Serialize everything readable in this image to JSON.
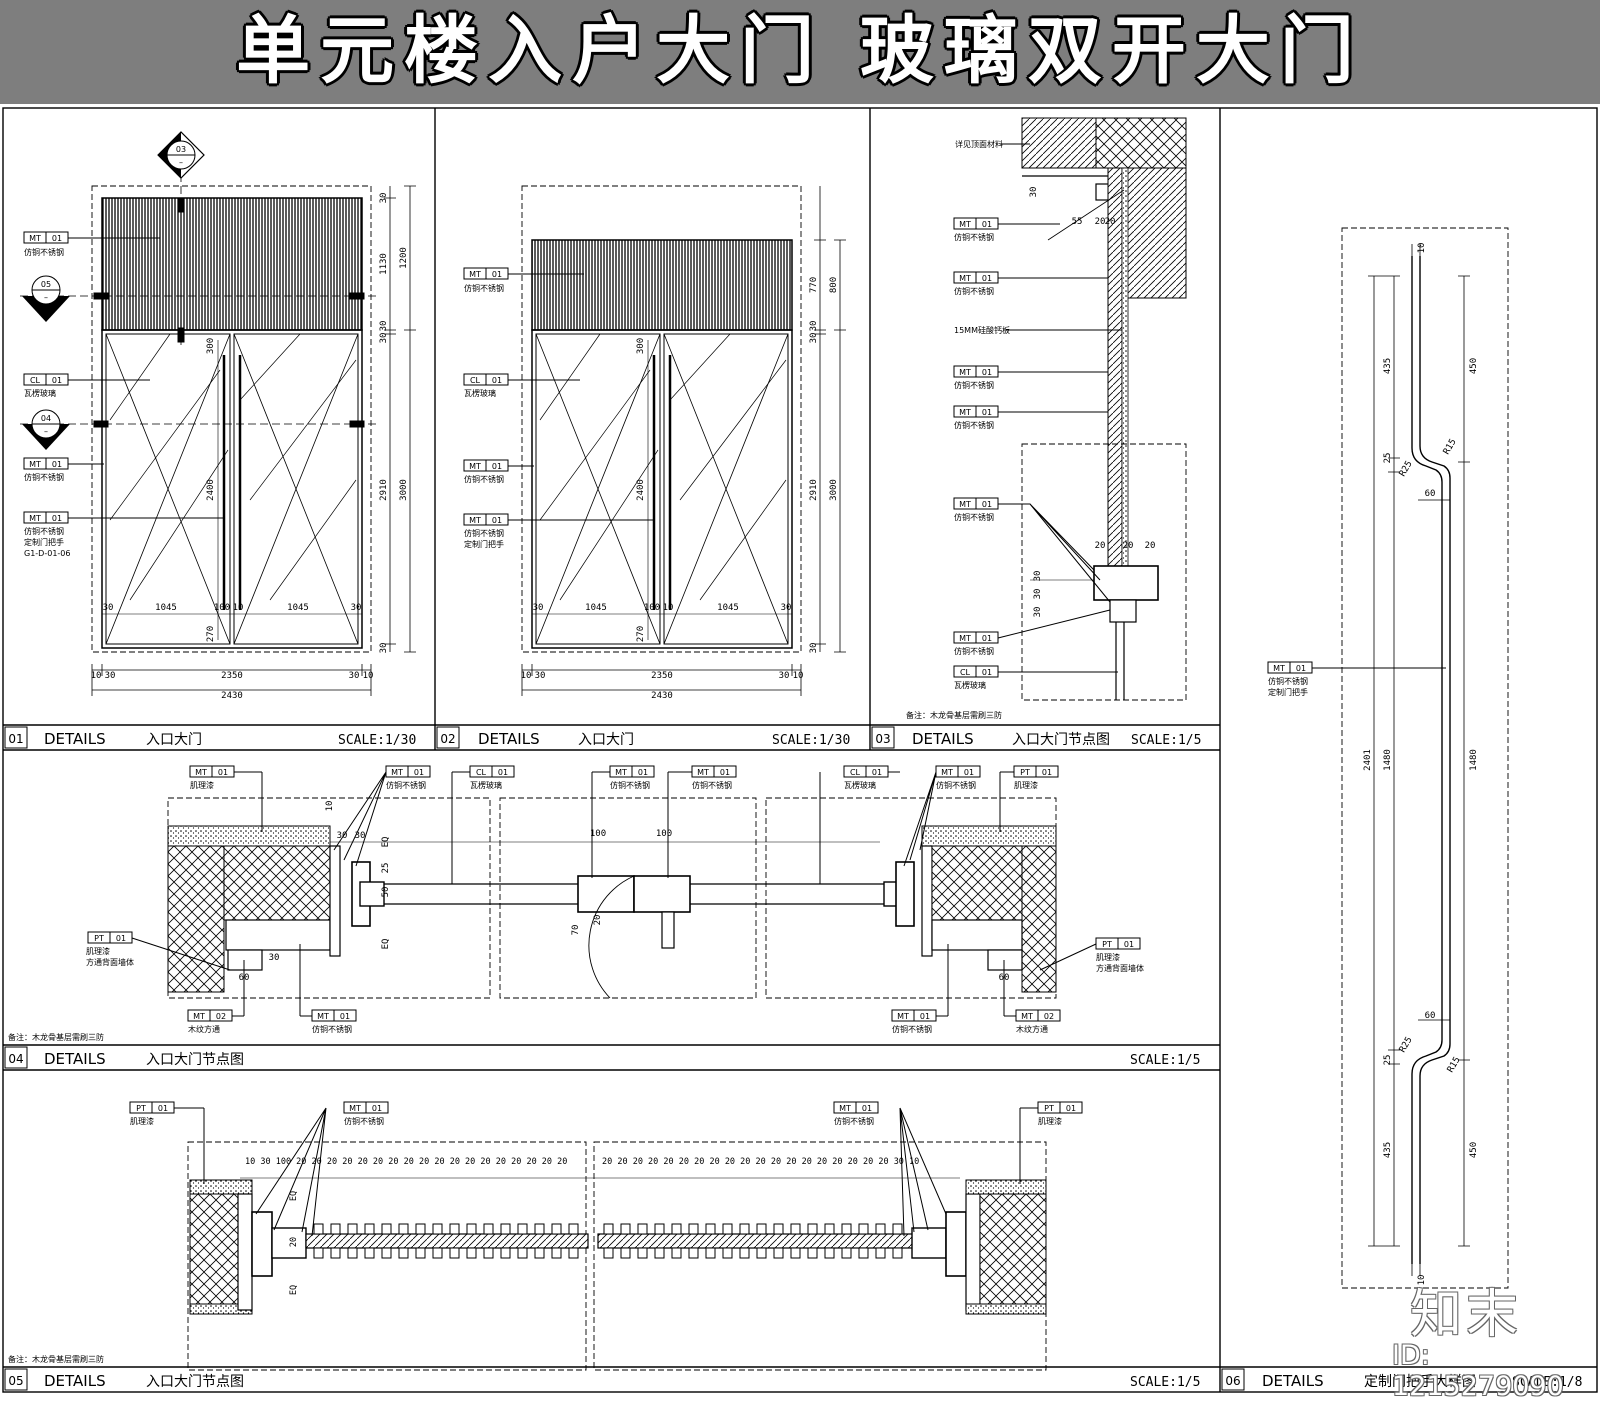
{
  "title": "单元楼入户大门 玻璃双开大门",
  "watermark": {
    "logo": "知末",
    "id": "ID: 1215279090"
  },
  "panels": {
    "p01": {
      "num": "01",
      "details": "DETAILS",
      "name": "入口大门",
      "scale": "SCALE:1/30"
    },
    "p02": {
      "num": "02",
      "details": "DETAILS",
      "name": "入口大门",
      "scale": "SCALE:1/30"
    },
    "p03": {
      "num": "03",
      "details": "DETAILS",
      "name": "入口大门节点图",
      "scale": "SCALE:1/5",
      "note": "备注：木龙骨基层需刷三防"
    },
    "p04": {
      "num": "04",
      "details": "DETAILS",
      "name": "入口大门节点图",
      "scale": "SCALE:1/5",
      "note": "备注：木龙骨基层需刷三防"
    },
    "p05": {
      "num": "05",
      "details": "DETAILS",
      "name": "入口大门节点图",
      "scale": "SCALE:1/5",
      "note": "备注：木龙骨基层需刷三防"
    },
    "p06": {
      "num": "06",
      "details": "DETAILS",
      "name": "定制门把手大样图",
      "scale": "SCALE:1/8"
    }
  },
  "tags": {
    "mt": "MT",
    "cl": "CL",
    "pt": "PT",
    "n01": "01",
    "n02": "02",
    "mt_desc": "仿铜不锈钢",
    "cl_desc": "瓦楞玻璃",
    "pt_desc": "肌理漆",
    "wood_desc": "木纹方通",
    "pt_wall": "方通背面墙体",
    "handle_desc": "定制门把手",
    "handle_ref": "G1-D-01-06",
    "ceiling_ref": "详见顶面材料",
    "board_desc": "15MM硅酸钙板"
  },
  "sections": {
    "s03": "03",
    "s05": "05",
    "s04": "04"
  },
  "dims01": {
    "top30": "30",
    "d1130": "1130",
    "d1200": "1200",
    "mid30a": "30",
    "mid30b": "30",
    "d2910": "2910",
    "d3000": "3000",
    "bot30": "30",
    "d2400": "2400",
    "d300": "300",
    "d270": "270",
    "w30a": "30",
    "w1045a": "1045",
    "w100": "100",
    "w10": "10",
    "w1045b": "1045",
    "w30b": "30",
    "l10": "10",
    "l30": "30",
    "w2350": "2350",
    "r30": "30",
    "r10": "10",
    "w2430": "2430"
  },
  "dims02": {
    "top770": "770",
    "top800": "800",
    "mid30a": "30",
    "mid30b": "30",
    "d2910": "2910",
    "d3000": "3000",
    "bot30": "30",
    "d2400": "2400",
    "d300": "300",
    "d270": "270",
    "w30a": "30",
    "w1045a": "1045",
    "w100": "100",
    "w10": "10",
    "w1045b": "1045",
    "w30b": "30",
    "l10": "10",
    "l30": "30",
    "w2350": "2350",
    "r30": "30",
    "r10": "10",
    "w2430": "2430"
  },
  "dims03": {
    "d30": "30",
    "d55": "55",
    "d20": "20",
    "d20b": "20",
    "b20a": "20",
    "b20b": "20",
    "b20c": "20",
    "v30a": "30",
    "v30b": "30",
    "v30c": "30"
  },
  "dims04": {
    "d10": "10",
    "d30": "30",
    "d30b": "30",
    "eq": "EQ",
    "d25": "25",
    "d50": "50",
    "eq2": "EQ",
    "d100a": "100",
    "d100b": "100",
    "d70": "70",
    "d20": "20",
    "d30c": "30",
    "d60": "60",
    "d60b": "60"
  },
  "dims05": {
    "row_left": "10 30 100 20 20 20 20 20 20 20 20 20 20 20 20 20 20 20 20 20 20",
    "row_right": "20 20 20 20 20 20 20 20 20 20 20 20 20 20 20 20 20 20 20 30 10",
    "eq": "EQ",
    "v20": "20",
    "eq2": "EQ"
  },
  "dims06": {
    "d10t": "10",
    "d435a": "435",
    "d450a": "450",
    "d25a": "25",
    "r25a": "R25",
    "r15a": "R15",
    "d60a": "60",
    "d2401": "2401",
    "d1480a": "1480",
    "d1480b": "1480",
    "d60b": "60",
    "d25b": "25",
    "r25b": "R25",
    "r15b": "R15",
    "d435b": "435",
    "d450b": "450",
    "d10b": "10"
  }
}
